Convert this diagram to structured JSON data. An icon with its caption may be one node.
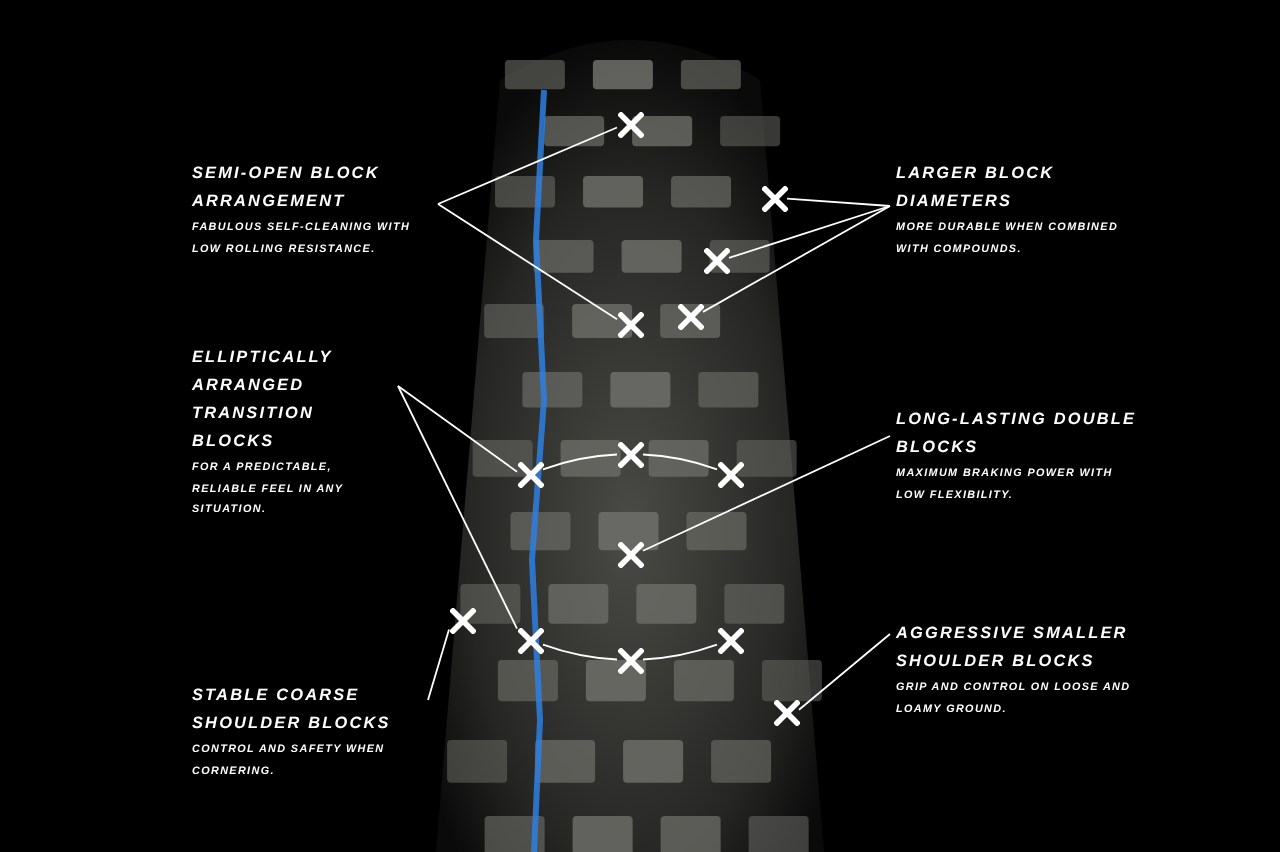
{
  "diagram": {
    "nodes": [
      {
        "text": [
          "SEMI-OPEN BLOCK ARRANGEMENT",
          "FABULOUS SELF-CLEANING WITH LOW ROLLING RESISTANCE."
        ]
      },
      {
        "text": [
          "LARGER BLOCK DIAMETERS",
          "MORE DURABLE WHEN COMBINED WITH COMPOUNDS."
        ]
      },
      {
        "text": [
          "ELLIPTICALLY ARRANGED TRANSITION BLOCKS",
          "FOR A PREDICTABLE, RELIABLE FEEL IN ANY SITUATION."
        ]
      },
      {
        "text": [
          "LONG-LASTING DOUBLE BLOCKS",
          "MAXIMUM BRAKING POWER WITH LOW FLEXIBILITY."
        ]
      },
      {
        "text": [
          "STABLE COARSE SHOULDER BLOCKS",
          "CONTROL AND SAFETY WHEN CORNERING."
        ]
      },
      {
        "text": [
          "AGGRESSIVE SMALLER SHOULDER BLOCKS",
          "GRIP AND CONTROL ON LOOSE AND LOAMY GROUND."
        ]
      },
      {
        "text": [],
        "shape": "cross"
      },
      {
        "text": [],
        "shape": "cross"
      },
      {
        "text": [],
        "shape": "cross"
      },
      {
        "text": [],
        "shape": "cross"
      },
      {
        "text": [],
        "shape": "cross"
      },
      {
        "text": [],
        "shape": "cross"
      },
      {
        "text": [],
        "shape": "cross"
      },
      {
        "text": [],
        "shape": "cross"
      },
      {
        "text": [],
        "shape": "cross"
      },
      {
        "text": [],
        "shape": "cross"
      },
      {
        "text": [],
        "shape": "cross"
      },
      {
        "text": [],
        "shape": "cross"
      },
      {
        "text": [],
        "shape": "cross"
      },
      {
        "text": [],
        "shape": "cross"
      }
    ],
    "edges": [
      {
        "from": 0,
        "to": 6,
        "arrow": "none"
      },
      {
        "from": 0,
        "to": 10,
        "arrow": "none"
      },
      {
        "from": 1,
        "to": 7,
        "arrow": "none"
      },
      {
        "from": 1,
        "to": 8,
        "arrow": "none"
      },
      {
        "from": 1,
        "to": 9,
        "arrow": "none"
      },
      {
        "from": 2,
        "to": 12,
        "arrow": "none"
      },
      {
        "from": 2,
        "to": 16,
        "arrow": "none"
      },
      {
        "from": 3,
        "to": 14,
        "arrow": "none"
      },
      {
        "from": 4,
        "to": 15,
        "arrow": "none"
      },
      {
        "from": 5,
        "to": 19,
        "arrow": "none"
      },
      {
        "from": 12,
        "to": 11,
        "arrow": "none"
      },
      {
        "from": 11,
        "to": 13,
        "arrow": "none"
      },
      {
        "from": 16,
        "to": 18,
        "arrow": "none"
      },
      {
        "from": 18,
        "to": 17,
        "arrow": "none"
      }
    ]
  }
}
